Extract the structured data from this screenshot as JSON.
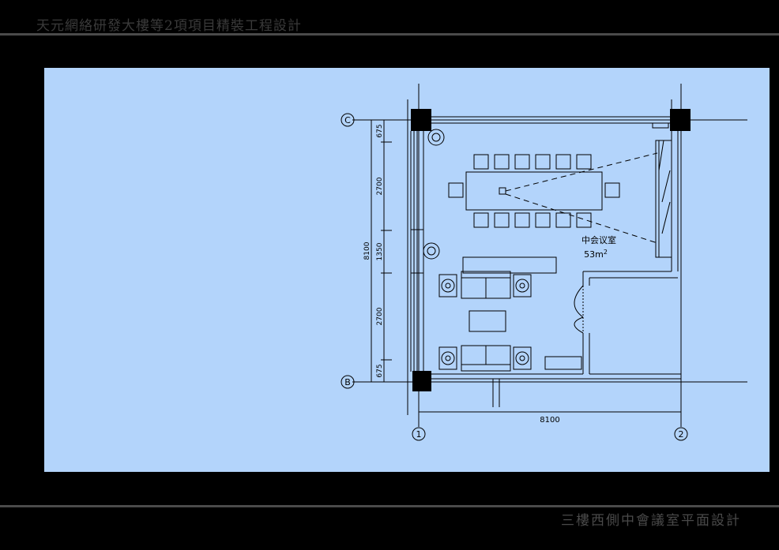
{
  "header": {
    "title": "天元網絡研發大樓等2項項目精裝工程設計"
  },
  "footer": {
    "title": "三樓西側中會議室平面設計"
  },
  "plan": {
    "grid_axes": {
      "c": "C",
      "b": "B",
      "one": "1",
      "two": "2"
    },
    "dimensions": {
      "total_vertical": "8100",
      "seg1": "675",
      "seg2": "2700",
      "seg3": "1350",
      "seg4": "2700",
      "seg5": "675",
      "total_horizontal": "8100"
    },
    "room": {
      "name": "中会议室",
      "area": "53m",
      "area_sup": "2"
    }
  },
  "colors": {
    "background": "#000000",
    "sheet": "#b3d4fb",
    "ink": "#000000",
    "rule": "#4a4a4a"
  }
}
